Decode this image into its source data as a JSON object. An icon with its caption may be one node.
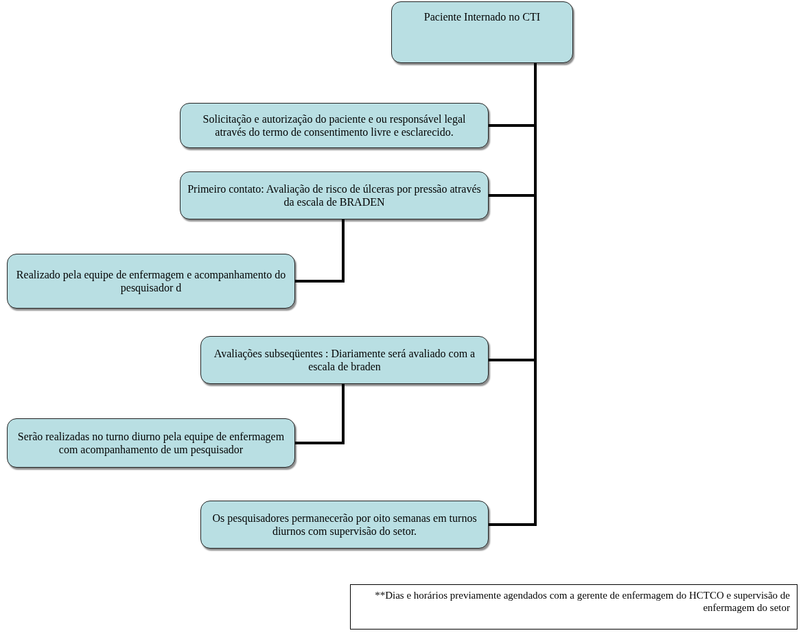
{
  "diagram": {
    "nodes": [
      {
        "text": [
          "Paciente Internado no CTI"
        ]
      },
      {
        "text": [
          "Solicitação e autorização do paciente e ou responsável legal através do termo de consentimento livre e esclarecido."
        ]
      },
      {
        "text": [
          "Primeiro contato: Avaliação de risco de úlceras por pressão através da escala de BRADEN"
        ]
      },
      {
        "text": [
          "Realizado pela equipe de enfermagem e acompanhamento do pesquisador d"
        ]
      },
      {
        "text": [
          "Avaliações subseqüentes : Diariamente será avaliado com a escala de braden"
        ]
      },
      {
        "text": [
          "Serão realizadas no turno diurno pela equipe de enfermagem com acompanhamento de um pesquisador"
        ]
      },
      {
        "text": [
          "Os pesquisadores permanecerão por oito semanas em turnos diurnos com supervisão do setor."
        ]
      },
      {
        "text": [
          "**Dias e horários previamente agendados com a gerente de enfermagem do HCTCO e supervisão de enfermagem do setor"
        ]
      }
    ],
    "edges": [
      {
        "from": 0,
        "to": 1,
        "arrow": "none"
      },
      {
        "from": 0,
        "to": 2,
        "arrow": "none"
      },
      {
        "from": 2,
        "to": 3,
        "arrow": "none"
      },
      {
        "from": 0,
        "to": 4,
        "arrow": "none"
      },
      {
        "from": 4,
        "to": 5,
        "arrow": "none"
      },
      {
        "from": 0,
        "to": 6,
        "arrow": "none"
      }
    ]
  }
}
